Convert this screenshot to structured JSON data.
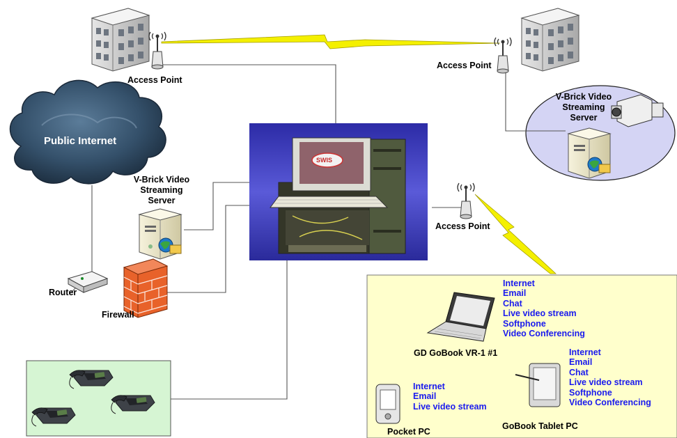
{
  "nodes": {
    "access_point_top_left": "Access Point",
    "access_point_top_right": "Access Point",
    "access_point_mid": "Access Point",
    "cloud": "Public Internet",
    "streaming_server_left": [
      "V-Brick Video",
      "Streaming",
      "Server"
    ],
    "streaming_server_right": [
      "V-Brick Video",
      "Streaming",
      "Server"
    ],
    "router": "Router",
    "firewall": "Firewall",
    "swis_screen_text": "SWIS",
    "laptop": "GD GoBook VR-1 #1",
    "tablet": "GoBook Tablet PC",
    "pocket_pc": "Pocket PC"
  },
  "feature_lists": {
    "laptop": [
      "Internet",
      "Email",
      "Chat",
      "Live video stream",
      "Softphone",
      "Video Conferencing"
    ],
    "tablet": [
      "Internet",
      "Email",
      "Chat",
      "Live video stream",
      "Softphone",
      "Video Conferencing"
    ],
    "pocket_pc": [
      "Internet",
      "Email",
      "Live video stream"
    ]
  },
  "colors": {
    "link_line": "#555555",
    "wireless_bolt": "#f4f000",
    "devices_panel": "#ffffcc",
    "phones_panel": "#d6f5d3",
    "server_ellipse": "#d4d4f4",
    "feature_text": "#1a1aee",
    "firewall": "#e8622a",
    "cloud": "#2f4a63"
  }
}
